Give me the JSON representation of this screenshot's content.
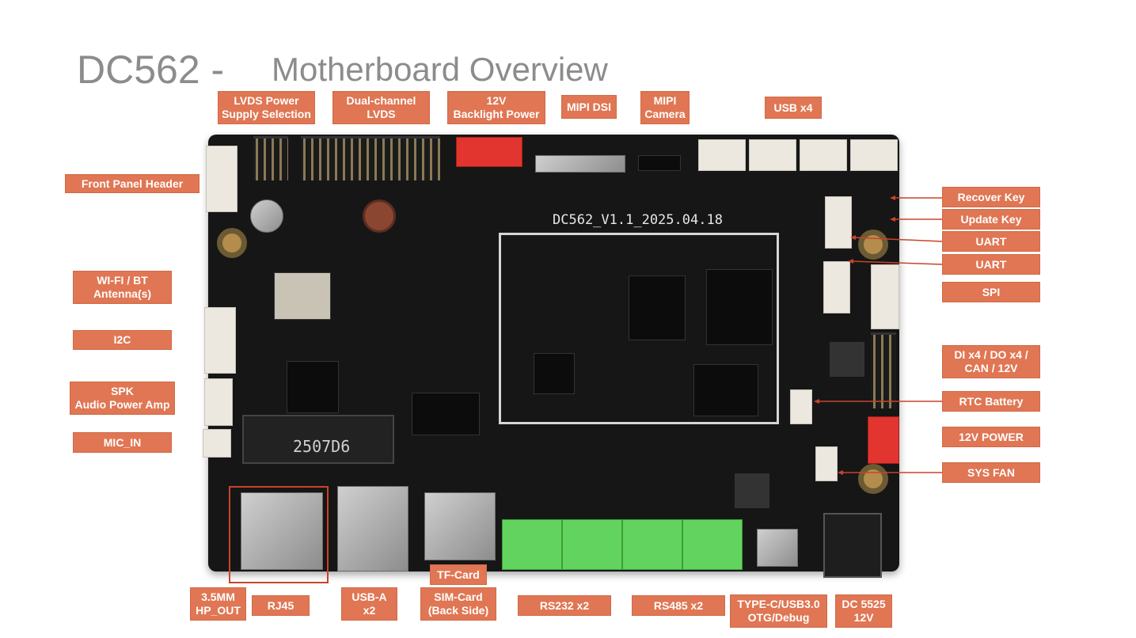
{
  "title": {
    "main": "DC562 -",
    "sub": "Motherboard Overview"
  },
  "board": {
    "silkscreen": "DC562_V1.1_2025.04.18",
    "chip_marking": "2507D6"
  },
  "labels": {
    "lvds_power": "LVDS Power\nSupply Selection",
    "dual_lvds": "Dual-channel\nLVDS",
    "backlight": "12V\nBacklight Power",
    "mipi_dsi": "MIPI DSI",
    "mipi_camera": "MIPI\nCamera",
    "usb_x4": "USB x4",
    "front_panel": "Front Panel Header",
    "wifi_bt": "WI-FI / BT\nAntenna(s)",
    "i2c": "I2C",
    "spk": "SPK\nAudio Power Amp",
    "mic_in": "MIC_IN",
    "recover_key": "Recover Key",
    "update_key": "Update Key",
    "uart1": "UART",
    "uart2": "UART",
    "spi": "SPI",
    "di_do": "DI x4 / DO x4 /\nCAN / 12V",
    "rtc": "RTC Battery",
    "power_12v": "12V POWER",
    "sys_fan": "SYS FAN",
    "tf_card": "TF-Card",
    "hp_out": "3.5MM\nHP_OUT",
    "rj45": "RJ45",
    "usb_a": "USB-A\nx2",
    "sim_card": "SIM-Card\n(Back Side)",
    "rs232": "RS232 x2",
    "rs485": "RS485 x2",
    "typec": "TYPE-C/USB3.0\nOTG/Debug",
    "dc5525": "DC 5525\n12V"
  },
  "colors": {
    "label_bg": "#e07653",
    "label_text": "#ffffff",
    "title": "#8c8c8c",
    "leader": "#c8442a",
    "board": "#161616"
  }
}
